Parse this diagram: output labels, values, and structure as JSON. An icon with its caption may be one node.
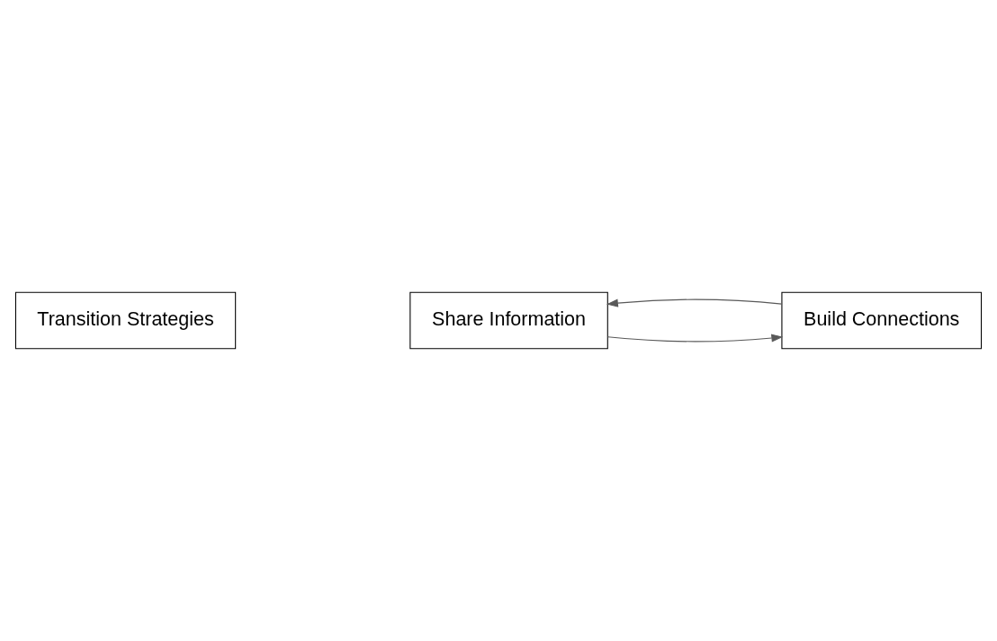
{
  "diagram": {
    "nodes": [
      {
        "text": [
          "Transition Strategies"
        ]
      },
      {
        "text": [
          "Share Information"
        ]
      },
      {
        "text": [
          "Build Connections"
        ]
      }
    ],
    "edges": [
      {
        "from": 1,
        "to": 2,
        "arrow": "to"
      },
      {
        "from": 2,
        "to": 1,
        "arrow": "to"
      }
    ]
  }
}
